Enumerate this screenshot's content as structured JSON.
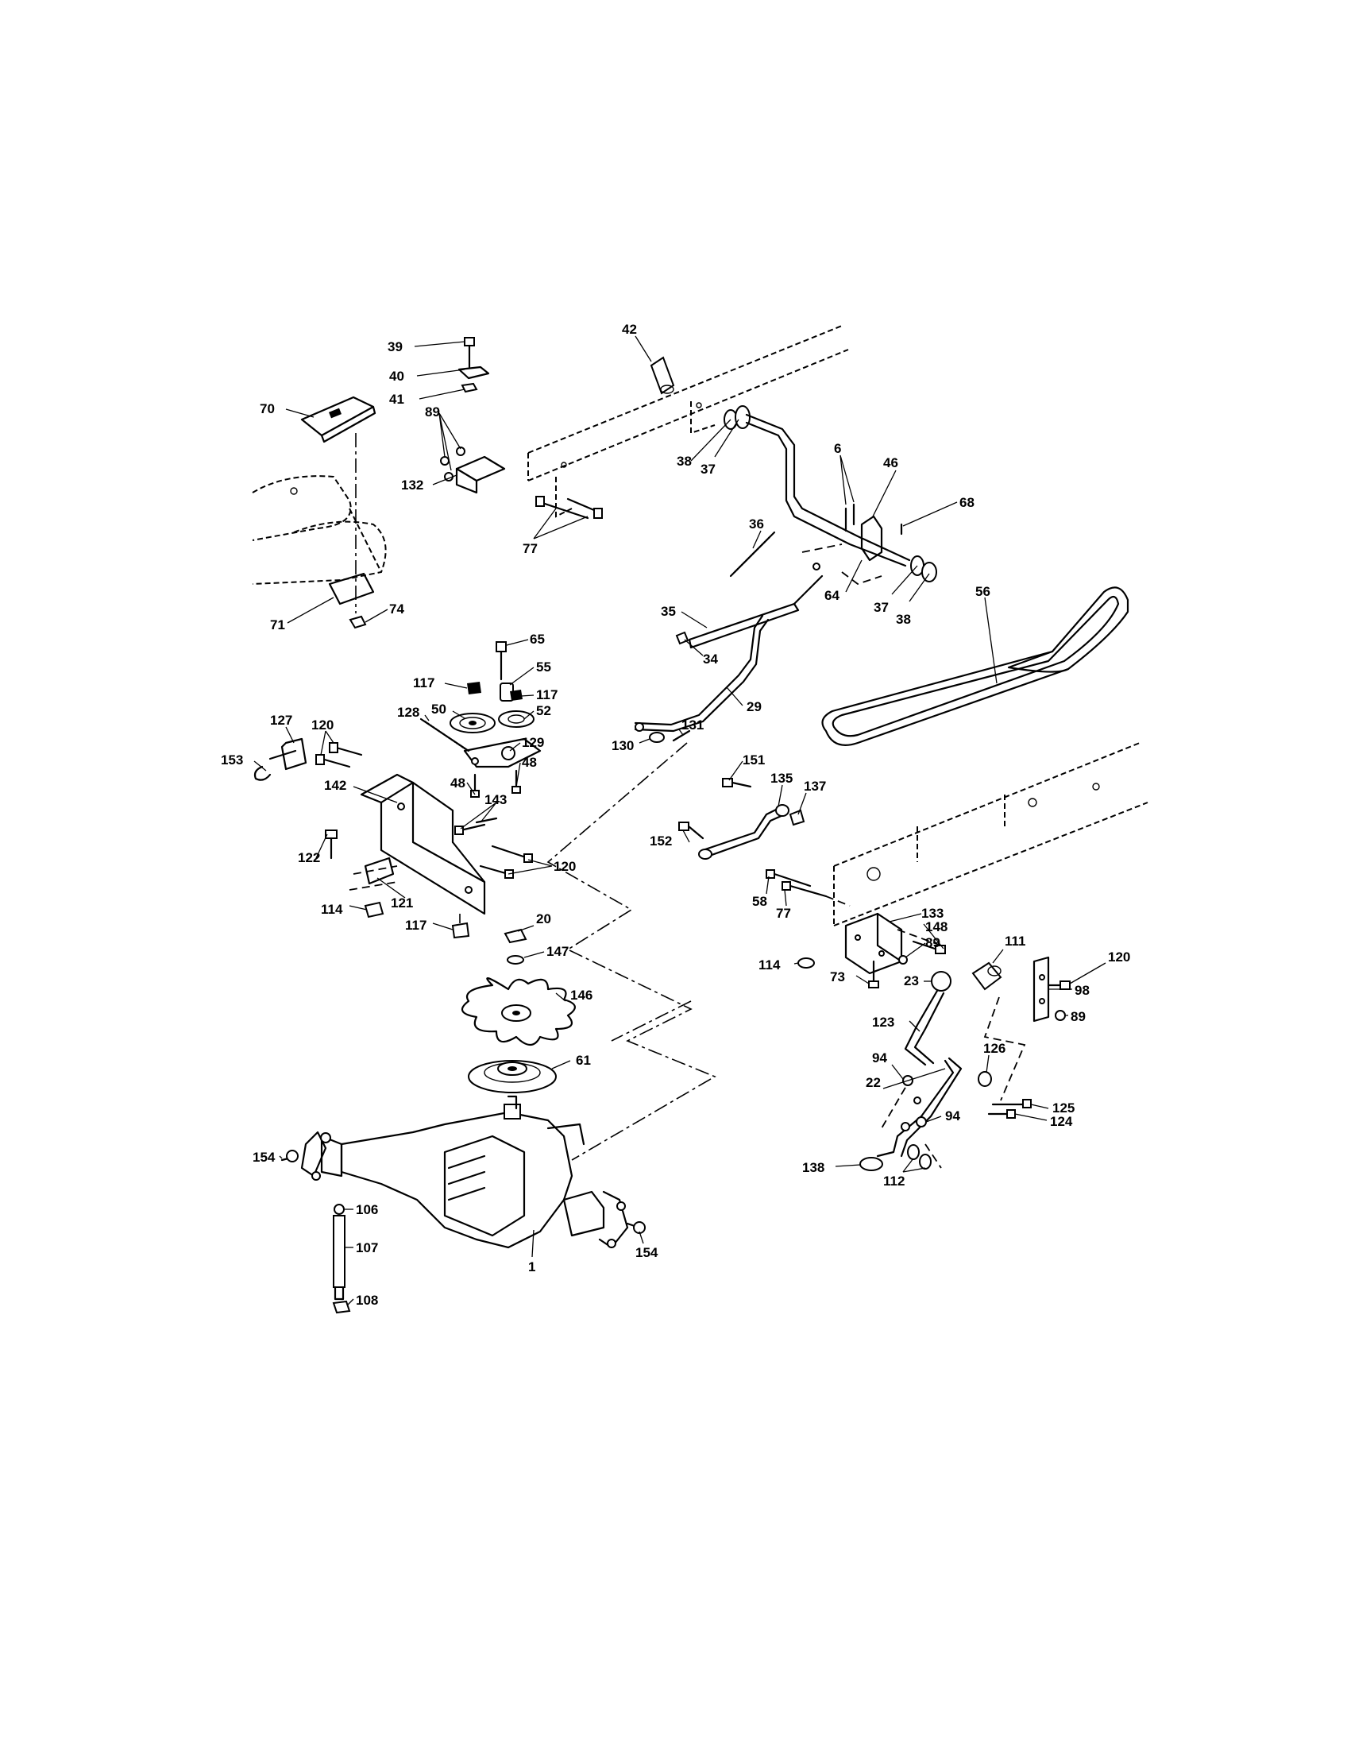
{
  "diagram": {
    "callouts": [
      {
        "id": "c39",
        "text": "39"
      },
      {
        "id": "c40",
        "text": "40"
      },
      {
        "id": "c41",
        "text": "41"
      },
      {
        "id": "c42",
        "text": "42"
      },
      {
        "id": "c70",
        "text": "70"
      },
      {
        "id": "c89a",
        "text": "89"
      },
      {
        "id": "c132",
        "text": "132"
      },
      {
        "id": "c77a",
        "text": "77"
      },
      {
        "id": "c38a",
        "text": "38"
      },
      {
        "id": "c37a",
        "text": "37"
      },
      {
        "id": "c6",
        "text": "6"
      },
      {
        "id": "c46",
        "text": "46"
      },
      {
        "id": "c68",
        "text": "68"
      },
      {
        "id": "c36",
        "text": "36"
      },
      {
        "id": "c64",
        "text": "64"
      },
      {
        "id": "c37b",
        "text": "37"
      },
      {
        "id": "c38b",
        "text": "38"
      },
      {
        "id": "c56",
        "text": "56"
      },
      {
        "id": "c35",
        "text": "35"
      },
      {
        "id": "c34",
        "text": "34"
      },
      {
        "id": "c29",
        "text": "29"
      },
      {
        "id": "c71",
        "text": "71"
      },
      {
        "id": "c74",
        "text": "74"
      },
      {
        "id": "c65",
        "text": "65"
      },
      {
        "id": "c55",
        "text": "55"
      },
      {
        "id": "c117a",
        "text": "117"
      },
      {
        "id": "c117b",
        "text": "117"
      },
      {
        "id": "c50",
        "text": "50"
      },
      {
        "id": "c52",
        "text": "52"
      },
      {
        "id": "c128",
        "text": "128"
      },
      {
        "id": "c127",
        "text": "127"
      },
      {
        "id": "c120a",
        "text": "120"
      },
      {
        "id": "c153",
        "text": "153"
      },
      {
        "id": "c129",
        "text": "129"
      },
      {
        "id": "c48a",
        "text": "48"
      },
      {
        "id": "c48b",
        "text": "48"
      },
      {
        "id": "c142",
        "text": "142"
      },
      {
        "id": "c143",
        "text": "143"
      },
      {
        "id": "c130",
        "text": "130"
      },
      {
        "id": "c131",
        "text": "131"
      },
      {
        "id": "c122",
        "text": "122"
      },
      {
        "id": "c120b",
        "text": "120"
      },
      {
        "id": "c121",
        "text": "121"
      },
      {
        "id": "c114a",
        "text": "114"
      },
      {
        "id": "c117c",
        "text": "117"
      },
      {
        "id": "c151",
        "text": "151"
      },
      {
        "id": "c135",
        "text": "135"
      },
      {
        "id": "c137",
        "text": "137"
      },
      {
        "id": "c152",
        "text": "152"
      },
      {
        "id": "c58",
        "text": "58"
      },
      {
        "id": "c77b",
        "text": "77"
      },
      {
        "id": "c133",
        "text": "133"
      },
      {
        "id": "c148",
        "text": "148"
      },
      {
        "id": "c89b",
        "text": "89"
      },
      {
        "id": "c114b",
        "text": "114"
      },
      {
        "id": "c73",
        "text": "73"
      },
      {
        "id": "c111",
        "text": "111"
      },
      {
        "id": "c120c",
        "text": "120"
      },
      {
        "id": "c23",
        "text": "23"
      },
      {
        "id": "c98",
        "text": "98"
      },
      {
        "id": "c89c",
        "text": "89"
      },
      {
        "id": "c123",
        "text": "123"
      },
      {
        "id": "c20",
        "text": "20"
      },
      {
        "id": "c147",
        "text": "147"
      },
      {
        "id": "c146",
        "text": "146"
      },
      {
        "id": "c61",
        "text": "61"
      },
      {
        "id": "c94a",
        "text": "94"
      },
      {
        "id": "c126",
        "text": "126"
      },
      {
        "id": "c22",
        "text": "22"
      },
      {
        "id": "c125",
        "text": "125"
      },
      {
        "id": "c124",
        "text": "124"
      },
      {
        "id": "c94b",
        "text": "94"
      },
      {
        "id": "c154a",
        "text": "154"
      },
      {
        "id": "c138",
        "text": "138"
      },
      {
        "id": "c112",
        "text": "112"
      },
      {
        "id": "c106",
        "text": "106"
      },
      {
        "id": "c154b",
        "text": "154"
      },
      {
        "id": "c107",
        "text": "107"
      },
      {
        "id": "c1",
        "text": "1"
      },
      {
        "id": "c108",
        "text": "108"
      }
    ]
  }
}
